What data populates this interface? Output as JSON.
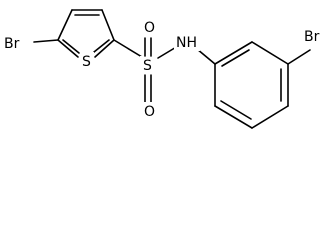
{
  "molecule": {
    "atoms": {
      "br_left": "Br",
      "s_ring": "S",
      "s_sulfonyl": "S",
      "o_top": "O",
      "o_bottom": "O",
      "nh": "NH",
      "br_right": "Br"
    }
  }
}
